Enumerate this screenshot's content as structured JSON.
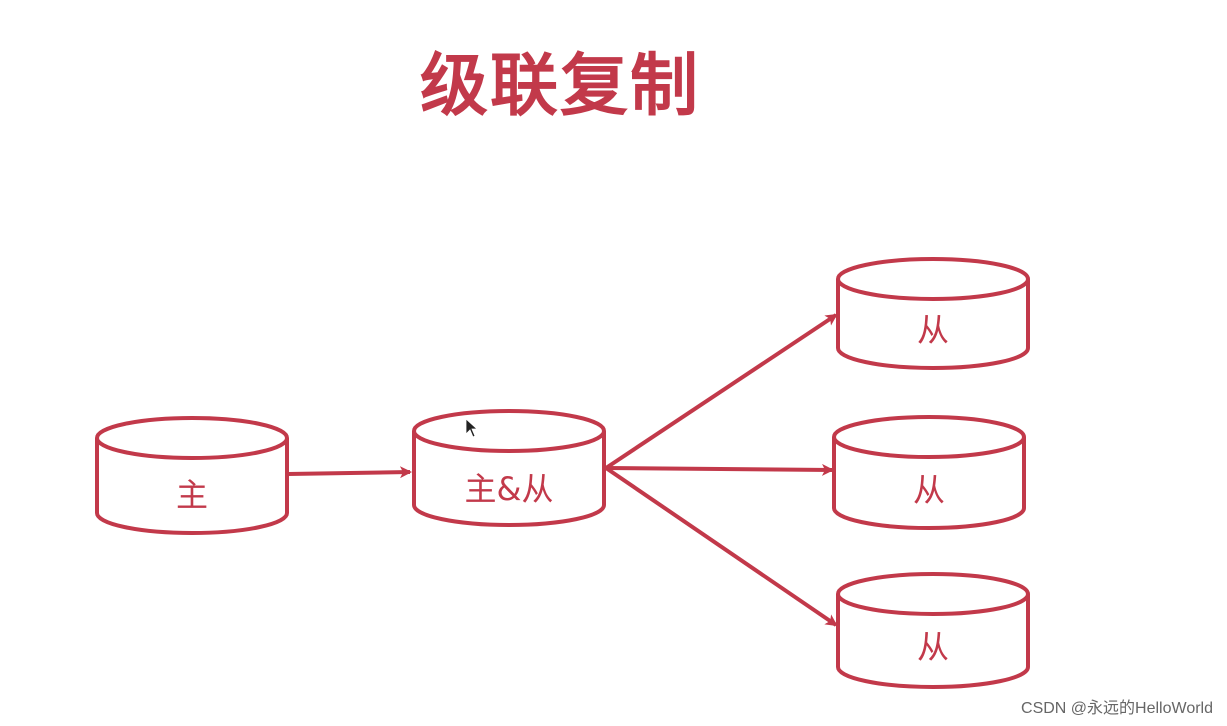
{
  "title": "级联复制",
  "accent_color": "#c2394a",
  "nodes": [
    {
      "id": "master",
      "label": "主"
    },
    {
      "id": "relay",
      "label": "主&从"
    },
    {
      "id": "slave1",
      "label": "从"
    },
    {
      "id": "slave2",
      "label": "从"
    },
    {
      "id": "slave3",
      "label": "从"
    }
  ],
  "edges": [
    {
      "from": "master",
      "to": "relay"
    },
    {
      "from": "relay",
      "to": "slave1"
    },
    {
      "from": "relay",
      "to": "slave2"
    },
    {
      "from": "relay",
      "to": "slave3"
    }
  ],
  "watermark": "CSDN @永远的HelloWorld"
}
